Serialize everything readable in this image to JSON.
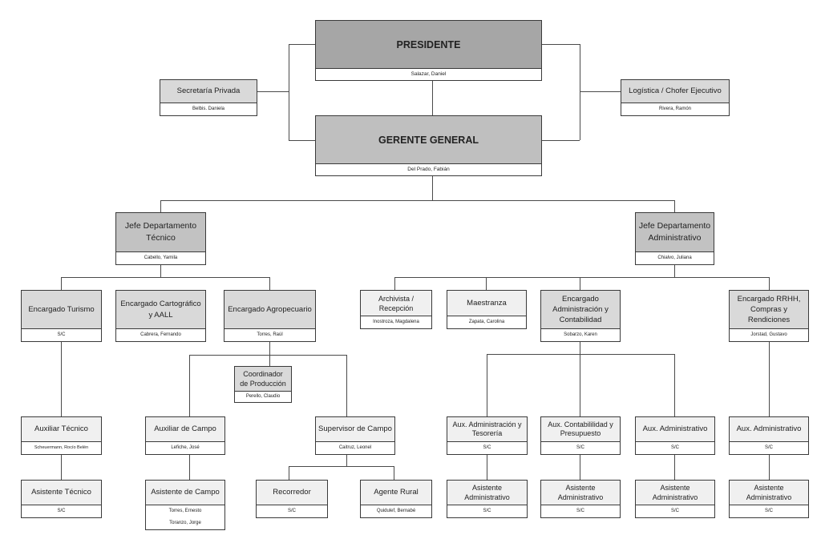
{
  "colors": {
    "presidente": "#a6a6a6",
    "gerente": "#bfbfbf",
    "jefe": "#c2c2c2",
    "encargado": "#d9d9d9",
    "staff": "#f0f0f0",
    "line": "#4a4a4a"
  },
  "nodes": {
    "presidente": {
      "title": "PRESIDENTE",
      "names": [
        "Salazar, Daniel"
      ]
    },
    "secretaria": {
      "title": "Secretaría Privada",
      "names": [
        "Belbis. Daniela"
      ]
    },
    "logistica": {
      "title": "Logística / Chofer Ejecutivo",
      "names": [
        "Rivera, Ramón"
      ]
    },
    "gerente": {
      "title": "GERENTE GENERAL",
      "names": [
        "Del Prado, Fabián"
      ]
    },
    "jefe_tecnico": {
      "title": "Jefe Departamento Técnico",
      "names": [
        "Cabello, Yamila"
      ]
    },
    "jefe_admin": {
      "title": "Jefe Departamento Administrativo",
      "names": [
        "Chialvo, Juliana"
      ]
    },
    "enc_turismo": {
      "title": "Encargado Turismo",
      "names": [
        "S/C"
      ]
    },
    "enc_carto": {
      "title": "Encargado Cartográfico y AALL",
      "names": [
        "Cabrera, Fernando"
      ]
    },
    "enc_agro": {
      "title": "Encargado Agropecuario",
      "names": [
        "Torres, Raúl"
      ]
    },
    "archivista": {
      "title": "Archivista / Recepción",
      "names": [
        "Inostroza, Magdalena"
      ]
    },
    "maestranza": {
      "title": "Maestranza",
      "names": [
        "Zapata, Carolina"
      ]
    },
    "enc_admin": {
      "title": "Encargado Administración y Contabilidad",
      "names": [
        "Sobarzo, Karen"
      ]
    },
    "enc_rrhh": {
      "title": "Encargado RRHH, Compras y Rendiciones",
      "names": [
        "Jorstad, Gustavo"
      ]
    },
    "coordinador": {
      "title": "Coordinador de Producción",
      "names": [
        "Perello, Claudio"
      ]
    },
    "aux_tecnico": {
      "title": "Auxiliar Técnico",
      "names": [
        "Scheuermann, Rocío Belén"
      ]
    },
    "asist_tecnico": {
      "title": "Asistente Técnico",
      "names": [
        "S/C"
      ]
    },
    "aux_campo": {
      "title": "Auxiliar de Campo",
      "names": [
        "Lefiche, José"
      ]
    },
    "asist_campo": {
      "title": "Asistente de Campo",
      "names": [
        "Torres, Ernesto",
        "Toranzo, Jorge"
      ]
    },
    "supervisor": {
      "title": "Supervisor de Campo",
      "names": [
        "Caitruz, Leonel"
      ]
    },
    "recorredor": {
      "title": "Recorredor",
      "names": [
        "S/C"
      ]
    },
    "agente_rural": {
      "title": "Agente Rural",
      "names": [
        "Quidulef, Bernabé"
      ]
    },
    "aux_adm_tes": {
      "title": "Aux. Administración y Tesorería",
      "names": [
        "S/C"
      ]
    },
    "aux_cont_pres": {
      "title": "Aux. Contabililidad y Presupuesto",
      "names": [
        "S/C"
      ]
    },
    "aux_adm_1": {
      "title": "Aux. Administrativo",
      "names": [
        "S/C"
      ]
    },
    "aux_adm_2": {
      "title": "Aux. Administrativo",
      "names": [
        "S/C"
      ]
    },
    "asist_adm_1": {
      "title": "Asistente Administrativo",
      "names": [
        "S/C"
      ]
    },
    "asist_adm_2": {
      "title": "Asistente Administrativo",
      "names": [
        "S/C"
      ]
    },
    "asist_adm_3": {
      "title": "Asistente Administrativo",
      "names": [
        "S/C"
      ]
    },
    "asist_adm_4": {
      "title": "Asistente Administrativo",
      "names": [
        "S/C"
      ]
    }
  }
}
